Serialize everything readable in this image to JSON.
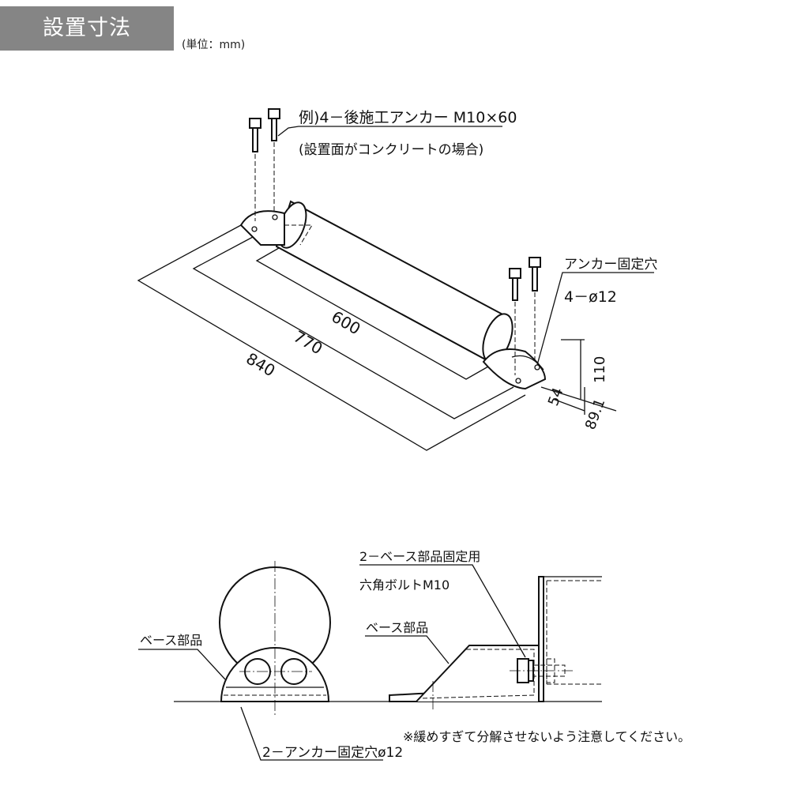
{
  "header": {
    "title": "設置寸法",
    "unit": "(単位：mm)"
  },
  "iso_view": {
    "anchor_note_line1": "例)4－後施工アンカー M10×60",
    "anchor_note_line2": "(設置面がコンクリートの場合)",
    "hole_label_line1": "アンカー固定穴",
    "hole_label_line2": "4－ø12",
    "dims": {
      "d600": "600",
      "d770": "770",
      "d840": "840",
      "d110": "110",
      "d54": "54",
      "d89": "89.1"
    }
  },
  "section_view": {
    "base_part_left": "ベース部品",
    "anchor_holes": "2－アンカー固定穴ø12",
    "bolt_label_line1": "2－ベース部品固定用",
    "bolt_label_line2": "六角ボルトM10",
    "base_part_right": "ベース部品",
    "caution": "※緩めすぎて分解させないよう注意してください。"
  }
}
